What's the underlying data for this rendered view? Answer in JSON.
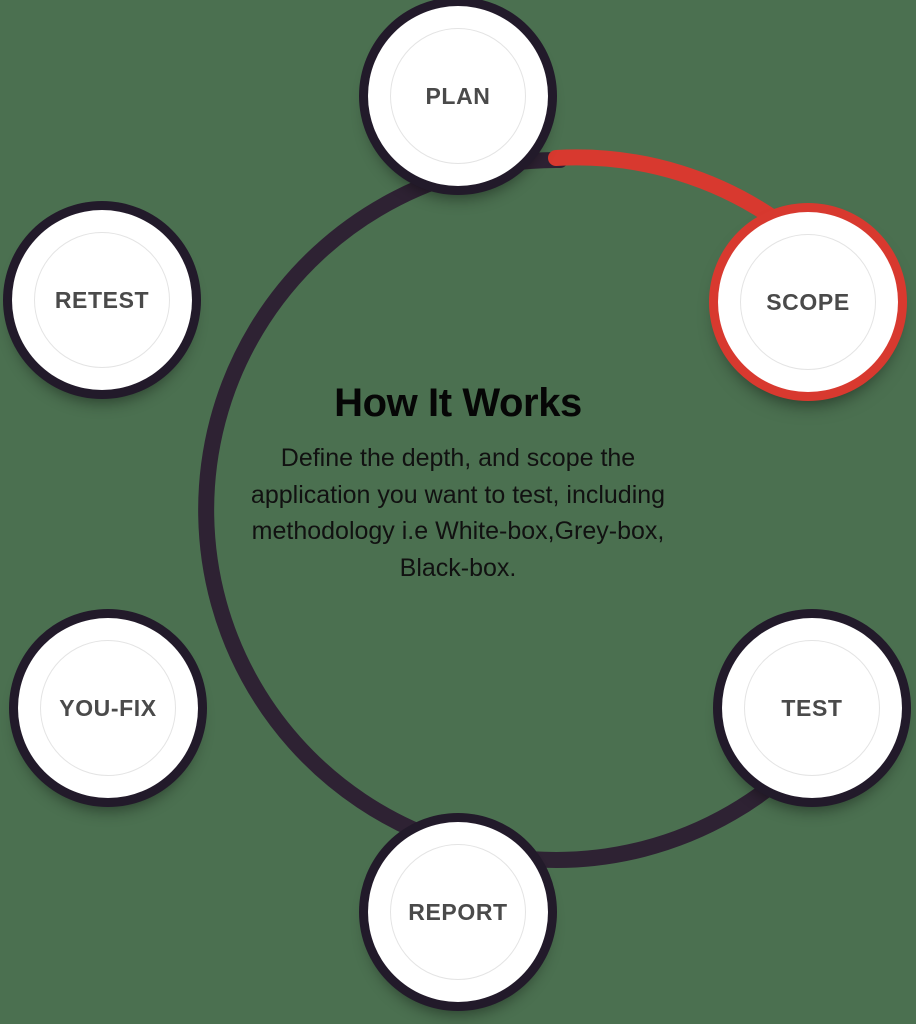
{
  "theme": {
    "background": "#4b7050",
    "ring_color": "#2e2233",
    "active_color": "#d8392f",
    "node_fill": "#ffffff",
    "node_label_color": "#4a4a4a",
    "title_color": "#060606",
    "body_color": "#111111",
    "inner_hairline": "#e4e4e4"
  },
  "center": {
    "title": "How It Works",
    "body_lines": [
      "Define the depth, and scope the",
      "application you want to test, including",
      "methodology i.e White-box,Grey-box,",
      "Black-box."
    ]
  },
  "cycle": {
    "active_step": "SCOPE",
    "steps": [
      {
        "id": "plan",
        "label": "PLAN",
        "position": "top",
        "active": false
      },
      {
        "id": "scope",
        "label": "SCOPE",
        "position": "upper-right",
        "active": true
      },
      {
        "id": "test",
        "label": "TEST",
        "position": "lower-right",
        "active": false
      },
      {
        "id": "report",
        "label": "REPORT",
        "position": "bottom",
        "active": false
      },
      {
        "id": "youfix",
        "label": "YOU-FIX",
        "position": "lower-left",
        "active": false
      },
      {
        "id": "retest",
        "label": "RETEST",
        "position": "upper-left",
        "active": false
      }
    ],
    "progress_arc": {
      "from": "PLAN",
      "to": "SCOPE",
      "color": "#d8392f"
    }
  }
}
